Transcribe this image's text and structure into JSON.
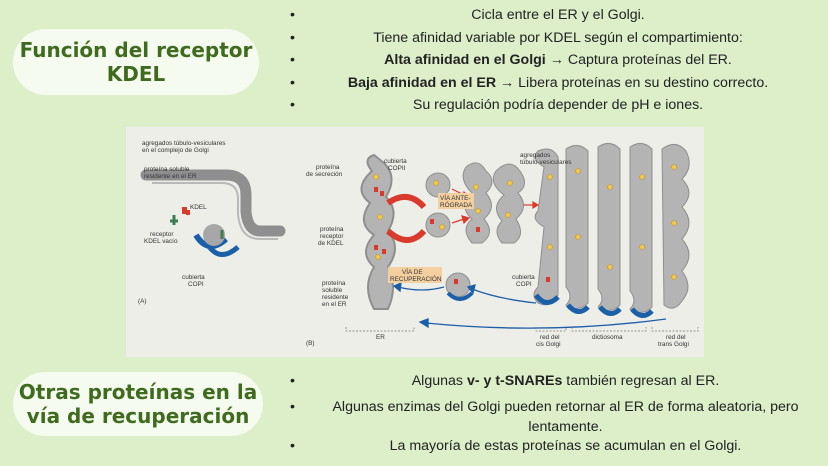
{
  "section1": {
    "title_line1": "Función del receptor",
    "title_line2": "KDEL",
    "bullets": [
      {
        "plain": "Cicla entre el ER y el Golgi."
      },
      {
        "plain": "Tiene afinidad variable por KDEL según el compartimiento:"
      },
      {
        "bold": "Alta afinidad en el Golgi",
        "rest": " → Captura proteínas del ER."
      },
      {
        "bold": "Baja afinidad en el ER",
        "rest": " → Libera proteínas en su destino correcto."
      },
      {
        "plain": "Su regulación podría depender de pH e iones."
      }
    ]
  },
  "section2": {
    "title_line1": "Otras proteínas en la",
    "title_line2": "vía de recuperación",
    "bullets": [
      {
        "pre": "Algunas ",
        "bold": "v- y t-SNAREs",
        "rest": " también regresan al ER."
      },
      {
        "plain": "Algunas enzimas del Golgi pueden retornar al ER de forma aleatoria, pero lentamente."
      },
      {
        "plain": "La mayoría de estas proteínas se acumulan en el Golgi."
      }
    ]
  },
  "figure": {
    "panel_a": {
      "label": "(A)",
      "agregados_1": "agregados túbulo-vesiculares",
      "agregados_2": "en el complejo de Golgi",
      "soluble_1": "proteína soluble",
      "soluble_2": "residente en el ER",
      "kdel": "KDEL",
      "receptor_1": "receptor",
      "receptor_2": "KDEL vacío",
      "copi_1": "cubierta",
      "copi_2": "COPI"
    },
    "panel_b": {
      "label": "(B)",
      "secrecion_1": "proteína",
      "secrecion_2": "de secreción",
      "copii_1": "cubierta",
      "copii_2": "COPII",
      "agregados_1": "agregados",
      "agregados_2": "túbulo-vesiculares",
      "anterograda_1": "VÍA ANTE-",
      "anterograda_2": "RÓGRADA",
      "receptor_1": "proteína",
      "receptor_2": "receptor",
      "receptor_3": "de KDEL",
      "recuperacion_1": "VÍA DE",
      "recuperacion_2": "RECUPERACIÓN",
      "copi_1": "cubierta",
      "copi_2": "COPI",
      "soluble_1": "proteína",
      "soluble_2": "soluble",
      "soluble_3": "residente",
      "soluble_4": "en el ER",
      "er": "ER",
      "cis_1": "red del",
      "cis_2": "cis Golgi",
      "dictiosoma": "dictiosoma",
      "trans_1": "red del",
      "trans_2": "trans Golgi"
    }
  },
  "colors": {
    "background": "#dcefc9",
    "title_text": "#3f6b1e",
    "pill": "#f6fbef",
    "membrane": "#8f8f8f",
    "copi": "#1b5fa8",
    "copii": "#d93a2b",
    "cargo": "#f2c94c"
  }
}
